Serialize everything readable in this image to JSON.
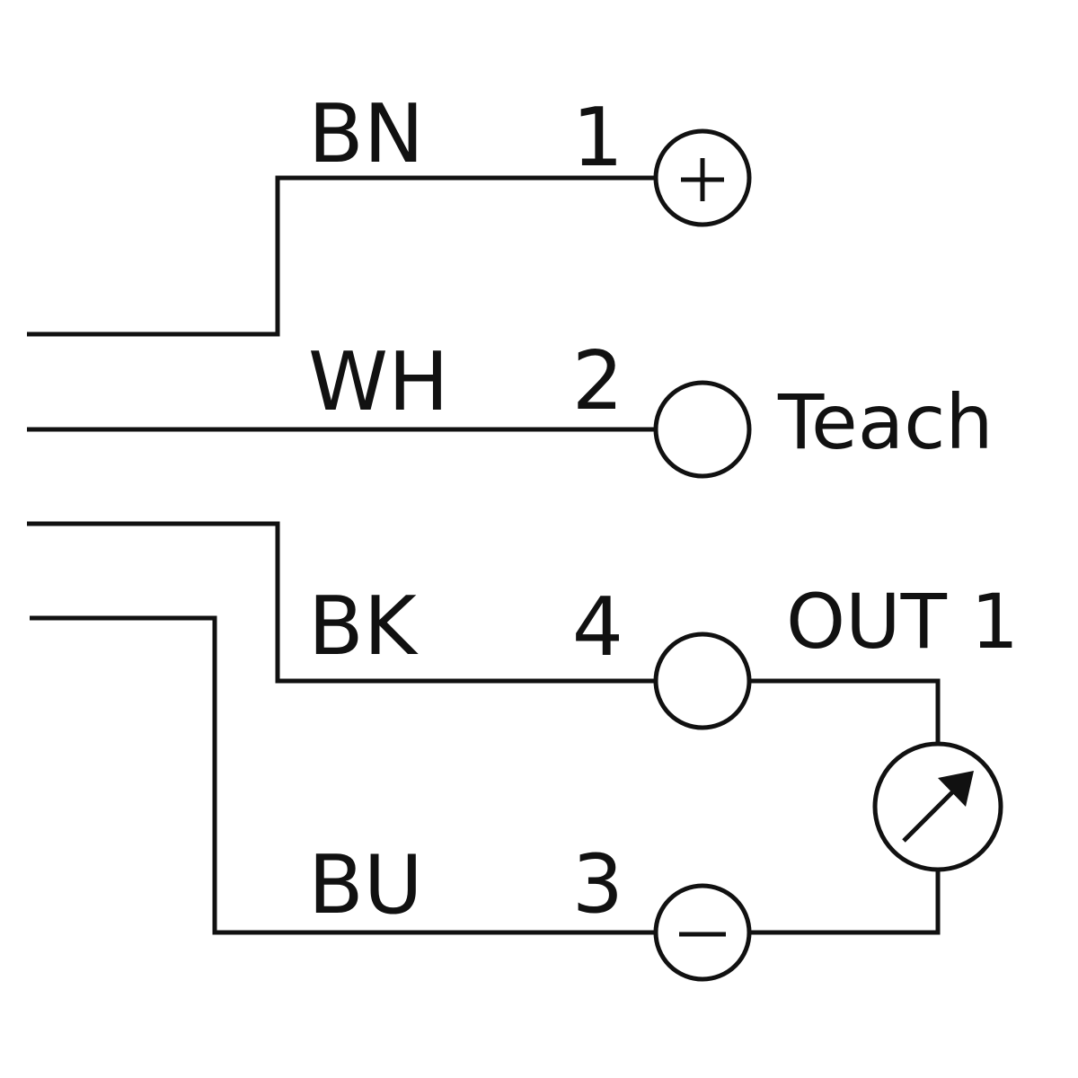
{
  "wires": [
    {
      "color_code": "BN",
      "pin": "1",
      "symbol": "+"
    },
    {
      "color_code": "WH",
      "pin": "2",
      "function": "Teach"
    },
    {
      "color_code": "BK",
      "pin": "4",
      "function": "OUT 1"
    },
    {
      "color_code": "BU",
      "pin": "3",
      "symbol": "−"
    }
  ],
  "load_icon": "meter-with-arrow-icon",
  "colors": {
    "stroke": "#111111",
    "background": "#ffffff"
  }
}
